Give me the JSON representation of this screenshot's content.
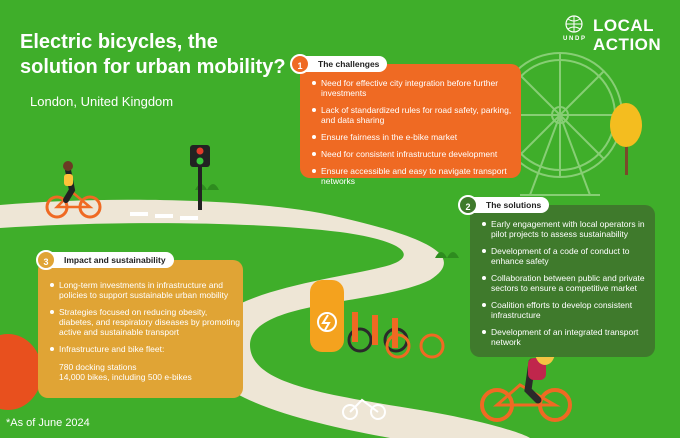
{
  "title": "Electric bicycles, the solution for urban mobility?",
  "location": "London, United Kingdom",
  "logo": {
    "un_text": "U N D P",
    "line1": "LOCAL",
    "line2": "ACTION"
  },
  "challenges": {
    "number": "1",
    "heading": "The challenges",
    "items": [
      "Need for effective city integration before further investments",
      "Lack of standardized rules for road safety, parking, and data sharing",
      "Ensure fairness in the e-bike market",
      "Need for consistent infrastructure development",
      "Ensure accessible and easy to navigate transport networks"
    ]
  },
  "solutions": {
    "number": "2",
    "heading": "The solutions",
    "items": [
      "Early engagement with local operators in pilot projects to assess sustainability",
      "Development of a code of conduct to enhance safety",
      "Collaboration between public and private sectors to ensure a competitive market",
      "Coalition efforts to develop consistent infrastructure",
      "Development of an integrated transport network"
    ]
  },
  "impact": {
    "number": "3",
    "heading": "Impact and sustainability",
    "items": [
      "Long-term investments in infrastructure and policies to support sustainable urban mobility",
      "Strategies focused on reducing obesity, diabetes, and respiratory diseases by promoting active and sustainable transport",
      "Infrastructure and bike fleet:"
    ],
    "fleet_line1": "780 docking stations",
    "fleet_line2": "14,000 bikes, including 500 e-bikes"
  },
  "footnote": "*As of June 2024",
  "colors": {
    "background": "#3fae2a",
    "challenges": "#ef6a23",
    "solutions": "#3f7a2c",
    "impact": "#e0a435",
    "road": "#eee6d6"
  }
}
